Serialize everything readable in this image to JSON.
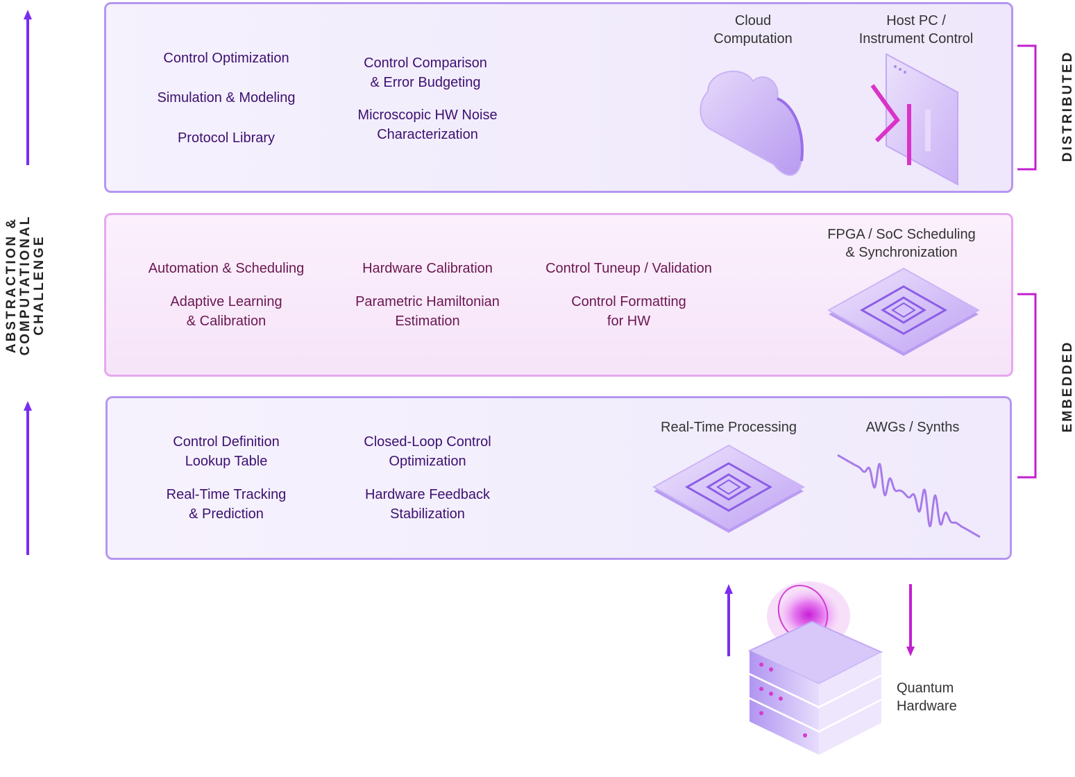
{
  "left_axis": {
    "label": "ABSTRACTION &\nCOMPUTATIONAL\nCHALLENGE"
  },
  "right_labels": {
    "distributed": "DISTRIBUTED",
    "embedded": "EMBEDDED"
  },
  "top_panel": {
    "col1": [
      "Control Optimization",
      "Simulation & Modeling",
      "Protocol Library"
    ],
    "col2": [
      "Control Comparison\n& Error Budgeting",
      "Microscopic HW Noise\nCharacterization"
    ],
    "headers": [
      "Cloud\nComputation",
      "Host PC /\nInstrument Control"
    ]
  },
  "mid_panel": {
    "col1": [
      "Automation & Scheduling",
      "Adaptive Learning\n& Calibration"
    ],
    "col2": [
      "Hardware Calibration",
      "Parametric Hamiltonian\nEstimation"
    ],
    "col3": [
      "Control Tuneup / Validation",
      "Control Formatting\nfor HW"
    ],
    "header": "FPGA / SoC Scheduling\n& Synchronization"
  },
  "bot_panel": {
    "col1": [
      "Control Definition\nLookup Table",
      "Real-Time Tracking\n& Prediction"
    ],
    "col2": [
      "Closed-Loop Control\nOptimization",
      "Hardware Feedback\nStabilization"
    ],
    "headers": [
      "Real-Time Processing",
      "AWGs / Synths"
    ]
  },
  "quantum": {
    "label": "Quantum\nHardware"
  },
  "colors": {
    "violet": "#7a2cf0",
    "magenta": "#c21fd0",
    "border_violet": "#b596f0",
    "border_pink": "#e6a8ee"
  }
}
